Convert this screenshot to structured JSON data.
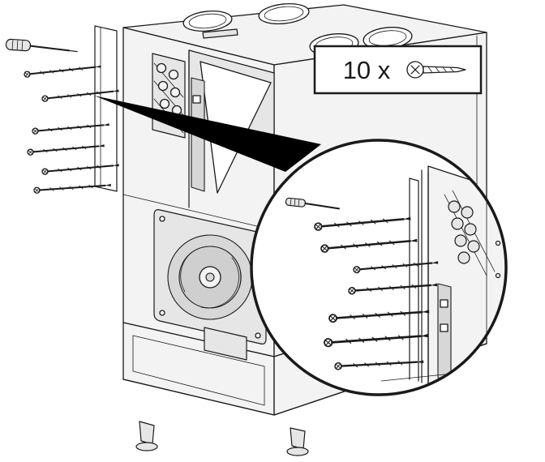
{
  "figure": {
    "label": {
      "quantity": "10 x"
    },
    "icons": {
      "callout_screw": "screw-icon",
      "driver": "screwdriver-icon",
      "lens": "magnified-detail",
      "pointer": "zoom-pointer"
    },
    "colors": {
      "line": "#1a1a1a",
      "background": "#ffffff",
      "fill_light": "#f3f3f3",
      "fill_mid": "#e6e6e6",
      "fill_dark": "#d7d7d7",
      "pointer": "#000000"
    }
  }
}
